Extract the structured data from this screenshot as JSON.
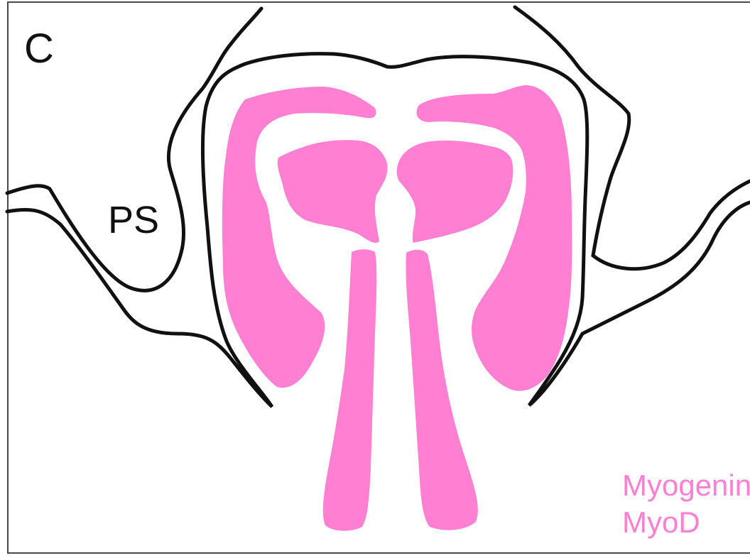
{
  "panel": {
    "letter": "C"
  },
  "labels": {
    "ps": "PS"
  },
  "legend": {
    "items": [
      "Myogenin",
      "MyoD"
    ]
  },
  "colors": {
    "outline": "#111111",
    "muscle": "#ff80d2",
    "frame": "#4a4a4a",
    "background": "#ffffff"
  }
}
